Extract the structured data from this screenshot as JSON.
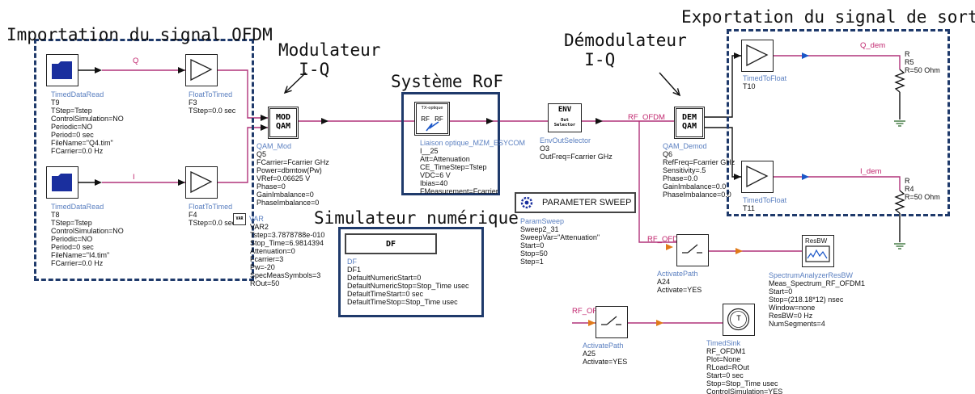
{
  "colors": {
    "wire": "#b0337a",
    "arrow": "#111111",
    "component_name": "#5a7fc0",
    "frame": "#1f3a6b",
    "folder_icon": "#1a2f9e",
    "ground": "#2e6b2e",
    "resistor": "#111111"
  },
  "annotations": {
    "import": "Importation du signal OFDM",
    "modulateur": "Modulateur\n  I-Q",
    "ro_f": "Système RoF",
    "demodulateur": "Démodulateur\n  I-Q",
    "export": "Exportation du signal de sortie",
    "simulateur": "Simulateur numérique"
  },
  "wire_labels": {
    "q": "Q",
    "i": "I",
    "rf_ofdm": "RF_OFDM",
    "q_dem": "Q_dem",
    "i_dem": "I_dem",
    "rf_ofdm_a24": "RF_OFDM",
    "rf_ofdm_a25": "RF_OFDM"
  },
  "components": {
    "tdr_t9": {
      "icon": "folder-icon",
      "type": "TimedDataRead",
      "params": [
        "T9",
        "TStep=Tstep",
        "ControlSimulation=NO",
        "Periodic=NO",
        "Period=0 sec",
        "FileName=\"Q4.tim\"",
        "FCarrier=0.0 Hz"
      ]
    },
    "tdr_t8": {
      "icon": "folder-icon",
      "type": "TimedDataRead",
      "params": [
        "T8",
        "TStep=Tstep",
        "ControlSimulation=NO",
        "Periodic=NO",
        "Period=0 sec",
        "FileName=\"I4.tim\"",
        "FCarrier=0.0 Hz"
      ]
    },
    "ftt_f3": {
      "type": "FloatToTimed",
      "params": [
        "F3",
        "TStep=0.0 sec"
      ]
    },
    "ftt_f4": {
      "type": "FloatToTimed",
      "params": [
        "F4",
        "TStep=0.0 sec"
      ]
    },
    "qam_mod": {
      "label": "MOD\nQAM",
      "type": "QAM_Mod",
      "params": [
        "Q5",
        "FCarrier=Fcarrier GHz",
        "Power=dbmtow(Pw)",
        "VRef=0.06625 V",
        "Phase=0",
        "GainImbalance=0",
        "PhaseImbalance=0"
      ]
    },
    "var": {
      "label": "VAR",
      "params": [
        "VAR2",
        "Tstep=3.7878788e-010",
        "Stop_Time=6.9814394",
        "Attenuation=0",
        "Fcarrier=3",
        "Pw=-20",
        "SpecMeasSymbols=3",
        "ROut=50"
      ]
    },
    "liaison": {
      "label": "TX-optique",
      "ports": "RF RF",
      "type": "Liaison optique_MZM_ESYCOM",
      "params": [
        "I__25",
        "Att=Attenuation",
        "CE_TimeStep=Tstep",
        "VDC=6 V",
        "Ibias=40",
        "FMeasurement=Fcarrier"
      ]
    },
    "env": {
      "label_top": "ENV",
      "label_bottom": "Out\nSelector",
      "type": "EnvOutSelector",
      "params": [
        "O3",
        "OutFreq=Fcarrier GHz"
      ]
    },
    "qam_demod": {
      "label": "DEM\nQAM",
      "type": "QAM_Demod",
      "params": [
        "Q6",
        "RefFreq=Fcarrier GHz",
        "Sensitivity=.5",
        "Phase=0.0",
        "GainImbalance=0.0",
        "PhaseImbalance=0.0"
      ]
    },
    "ttf_t10": {
      "type": "TimedToFloat",
      "params": [
        "T10"
      ]
    },
    "ttf_t11": {
      "type": "TimedToFloat",
      "params": [
        "T11"
      ]
    },
    "r5": {
      "params": [
        "R",
        "R5",
        "R=50 Ohm"
      ]
    },
    "r4": {
      "params": [
        "R",
        "R4",
        "R=50 Ohm"
      ]
    },
    "param_sweep": {
      "label": "PARAMETER SWEEP",
      "type": "ParamSweep",
      "params": [
        "Sweep2_31",
        "SweepVar=\"Attenuation\"",
        "Start=0",
        "Stop=50",
        "Step=1"
      ]
    },
    "df": {
      "label": "DF",
      "type": "DF",
      "params": [
        "DF1",
        "DefaultNumericStart=0",
        "DefaultNumericStop=Stop_Time usec",
        "DefaultTimeStart=0 sec",
        "DefaultTimeStop=Stop_Time usec"
      ]
    },
    "activate_a24": {
      "type": "ActivatePath",
      "params": [
        "A24",
        "Activate=YES"
      ]
    },
    "activate_a25": {
      "type": "ActivatePath",
      "params": [
        "A25",
        "Activate=YES"
      ]
    },
    "spectrum": {
      "label": "ResBW",
      "type": "SpectrumAnalyzerResBW",
      "params": [
        "Meas_Spectrum_RF_OFDM1",
        "Start=0",
        "Stop=(218.18*12) nsec",
        "Window=none",
        "ResBW=0 Hz",
        "NumSegments=4"
      ]
    },
    "timed_sink": {
      "label": "T",
      "type": "TimedSink",
      "params": [
        "RF_OFDM1",
        "Plot=None",
        "RLoad=ROut",
        "Start=0 sec",
        "Stop=Stop_Time usec",
        "ControlSimulation=YES"
      ]
    }
  }
}
